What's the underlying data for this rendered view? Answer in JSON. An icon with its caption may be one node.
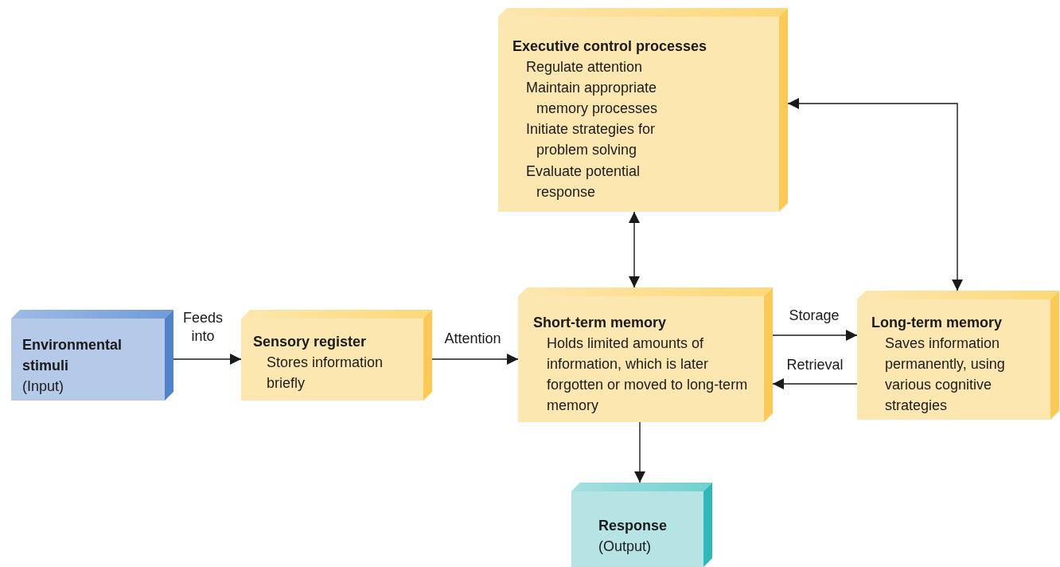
{
  "diagram": {
    "nodes": [
      {
        "text": [
          "Environmental stimuli",
          "(Input)"
        ]
      },
      {
        "text": [
          "Sensory register",
          "Stores information briefly"
        ]
      },
      {
        "text": [
          "Executive control processes",
          "Regulate attention",
          "Maintain appropriate memory processes",
          "Initiate strategies for problem solving",
          "Evaluate potential response"
        ]
      },
      {
        "text": [
          "Short-term memory",
          "Holds limited amounts of information, which is later forgotten or moved to long-term memory"
        ]
      },
      {
        "text": [
          "Long-term memory",
          "Saves information permanently, using various cognitive strategies"
        ]
      },
      {
        "text": [
          "Response",
          "(Output)"
        ]
      }
    ],
    "edges": [
      {
        "from": 0,
        "to": 1,
        "arrow": "to",
        "label": "Feeds into"
      },
      {
        "from": 1,
        "to": 3,
        "arrow": "to",
        "label": "Attention"
      },
      {
        "from": 3,
        "to": 4,
        "arrow": "to",
        "label": "Storage"
      },
      {
        "from": 4,
        "to": 3,
        "arrow": "to",
        "label": "Retrieval"
      },
      {
        "from": 2,
        "to": 3,
        "arrow": "both"
      },
      {
        "from": 2,
        "to": 4,
        "arrow": "both"
      },
      {
        "from": 3,
        "to": 5,
        "arrow": "to"
      }
    ]
  }
}
